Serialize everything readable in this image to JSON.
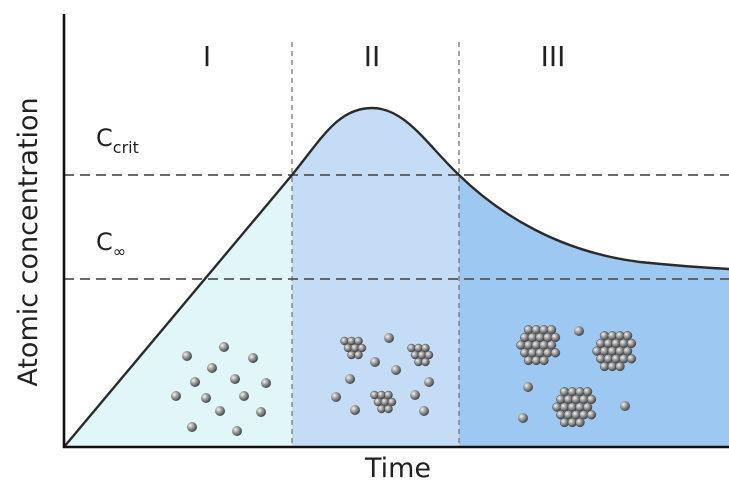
{
  "diagram": {
    "y_axis_label": "Atomic concentration",
    "x_axis_label": "Time",
    "stages": [
      {
        "label": "I"
      },
      {
        "label": "II"
      },
      {
        "label": "III"
      }
    ],
    "levels": {
      "critical": {
        "main": "C",
        "sub": "crit"
      },
      "equilibrium": {
        "main": "C",
        "sub": "∞"
      }
    },
    "colors": {
      "stage_1_fill": "#e0f6f9",
      "stage_2_fill": "#c4dcf5",
      "stage_3_fill": "#9cc8f1",
      "curve": "#2b2b2b",
      "dashed_line": "#555555",
      "particle": "#8a8a8a"
    }
  }
}
